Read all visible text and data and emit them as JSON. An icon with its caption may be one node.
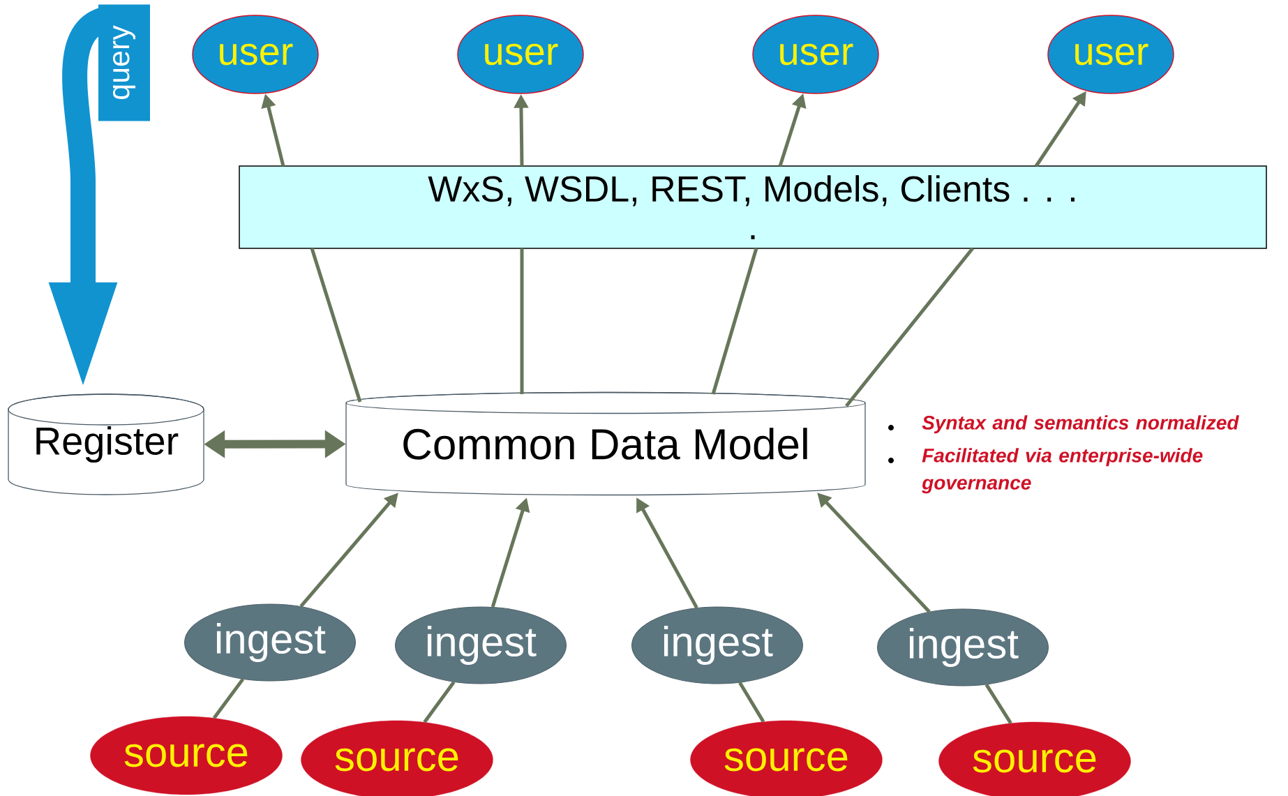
{
  "diagram": {
    "nodes": [
      {
        "text": [
          "user"
        ]
      },
      {
        "text": [
          "user"
        ]
      },
      {
        "text": [
          "user"
        ]
      },
      {
        "text": [
          "user"
        ]
      },
      {
        "text": [
          "WxS, WSDL, REST, Models, Clients . . .",
          "."
        ]
      },
      {
        "text": [
          "Register"
        ]
      },
      {
        "text": [
          "Common Data Model"
        ]
      },
      {
        "text": [
          "ingest"
        ]
      },
      {
        "text": [
          "ingest"
        ]
      },
      {
        "text": [
          "ingest"
        ]
      },
      {
        "text": [
          "ingest"
        ]
      },
      {
        "text": [
          "source"
        ]
      },
      {
        "text": [
          "source"
        ]
      },
      {
        "text": [
          "source"
        ]
      },
      {
        "text": [
          "source"
        ]
      }
    ],
    "edges": [
      {
        "from": 6,
        "to": 4,
        "arrow": "none"
      },
      {
        "from": 6,
        "to": 4,
        "arrow": "none"
      },
      {
        "from": 6,
        "to": 4,
        "arrow": "none"
      },
      {
        "from": 6,
        "to": 4,
        "arrow": "none"
      },
      {
        "from": 4,
        "to": 0,
        "arrow": "to"
      },
      {
        "from": 4,
        "to": 1,
        "arrow": "to"
      },
      {
        "from": 4,
        "to": 2,
        "arrow": "to"
      },
      {
        "from": 4,
        "to": 3,
        "arrow": "to"
      },
      {
        "from": 5,
        "to": 6,
        "arrow": "both",
        "style": "thick"
      },
      {
        "from": 7,
        "to": 6,
        "arrow": "to"
      },
      {
        "from": 8,
        "to": 6,
        "arrow": "to"
      },
      {
        "from": 9,
        "to": 6,
        "arrow": "to"
      },
      {
        "from": 10,
        "to": 6,
        "arrow": "to"
      },
      {
        "from": 11,
        "to": 7,
        "arrow": "none"
      },
      {
        "from": 12,
        "to": 8,
        "arrow": "none"
      },
      {
        "from": 13,
        "to": 9,
        "arrow": "none"
      },
      {
        "from": 14,
        "to": 10,
        "arrow": "none"
      },
      {
        "from": null,
        "to": 5,
        "arrow": "to",
        "label": "query",
        "style": "thick",
        "color": "#1193d0"
      }
    ],
    "labels": [
      "Syntax and semantics normalized",
      "Facilitated via enterprise-wide governance"
    ]
  }
}
